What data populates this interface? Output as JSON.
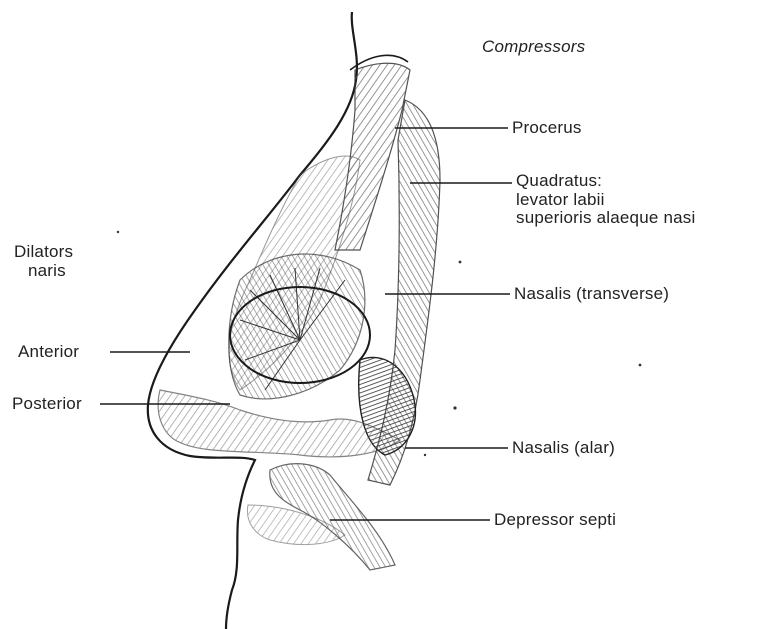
{
  "heading": "Compressors",
  "left_heading": {
    "line1": "Dilators",
    "line2": "naris"
  },
  "labels": {
    "procerus": "Procerus",
    "quadratus": {
      "line1": "Quadratus:",
      "line2": "levator labii",
      "line3": "superioris alaeque nasi"
    },
    "nasalis_transverse": "Nasalis (transverse)",
    "anterior": "Anterior",
    "posterior": "Posterior",
    "nasalis_alar": "Nasalis (alar)",
    "depressor": "Depressor septi"
  },
  "colors": {
    "ink": "#1a1a1a",
    "shade": "#8a8a8a",
    "background": "#ffffff"
  }
}
